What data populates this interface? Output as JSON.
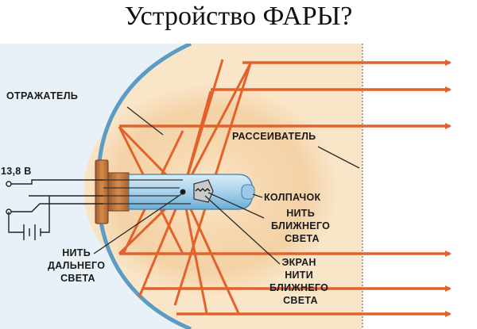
{
  "title": "Устройство ФАРЫ?",
  "labels": {
    "reflector": "ОТРАЖАТЕЛЬ",
    "diffuser": "РАССЕИВАТЕЛЬ",
    "cap": "КОЛПАЧОК",
    "low_beam_filament": [
      "НИТЬ",
      "БЛИЖНЕГО",
      "СВЕТА"
    ],
    "high_beam_filament": [
      "НИТЬ",
      "ДАЛЬНЕГО",
      "СВЕТА"
    ],
    "low_beam_screen": [
      "ЭКРАН",
      "НИТИ",
      "БЛИЖНЕГО",
      "СВЕТА"
    ],
    "voltage": "13,8 В"
  },
  "colors": {
    "background_tint": "#e8f1f8",
    "glow": "#f3d6ae",
    "housing_fill": "#f9e5c8",
    "reflector_edge": "#5b9cc4",
    "rays": "#e2622c",
    "leader_lines": "#2a2a2a"
  }
}
